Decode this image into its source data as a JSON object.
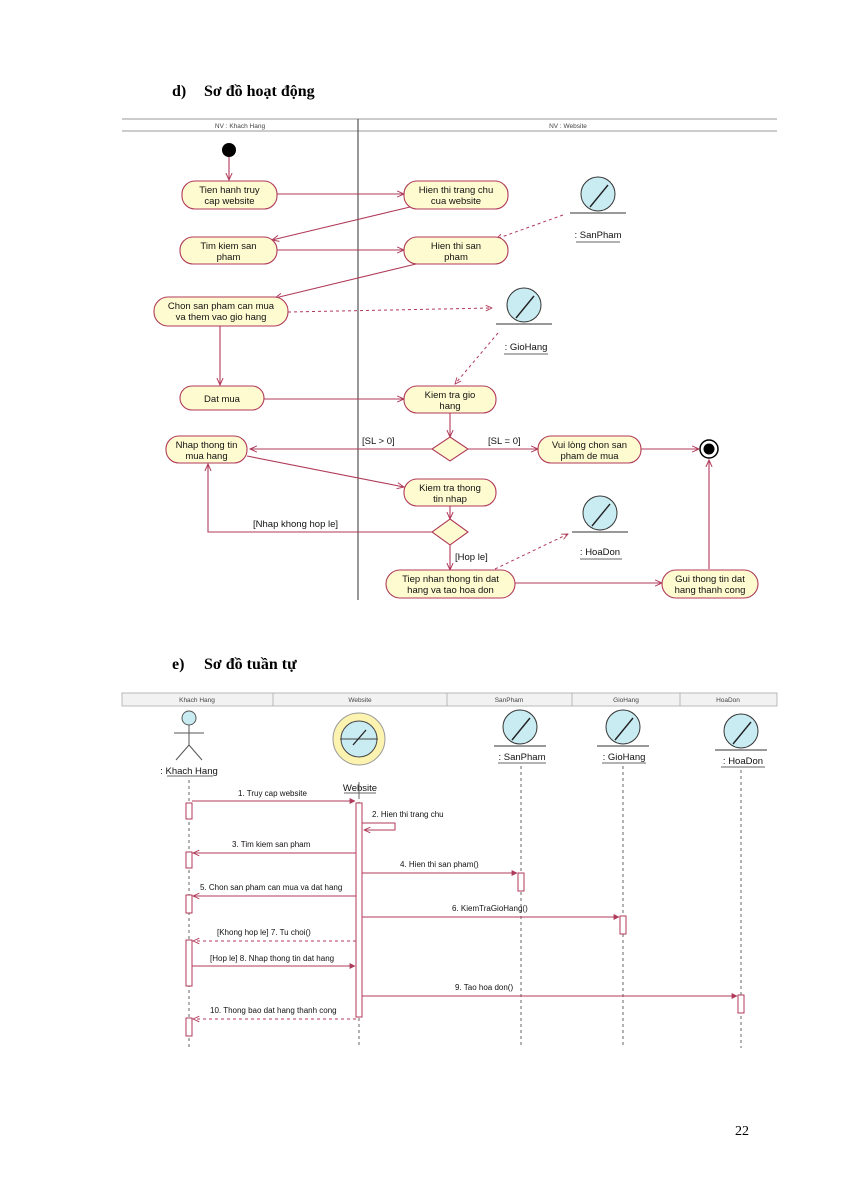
{
  "sections": {
    "activity": {
      "num": "d)",
      "title": "Sơ đồ hoạt động"
    },
    "sequence": {
      "num": "e)",
      "title": "Sơ đồ tuần tự"
    }
  },
  "activity": {
    "swimlanes": [
      "NV : Khach Hang",
      "NV : Website"
    ],
    "nodes": {
      "truy_cap": [
        "Tien hanh truy",
        "cap website"
      ],
      "trang_chu": [
        "Hien thi trang chu",
        "cua website"
      ],
      "tim_kiem": [
        "Tim kiem san",
        "pham"
      ],
      "hien_sp": [
        "Hien thi san",
        "pham"
      ],
      "chon_sp": [
        "Chon san pham can mua",
        "va them vao gio hang"
      ],
      "dat_mua": [
        "Dat mua"
      ],
      "kiem_tra_gio": [
        "Kiem tra gio",
        "hang"
      ],
      "nhap_tt": [
        "Nhap thong tin",
        "mua hang"
      ],
      "vui_long": [
        "Vui lòng chon san",
        "pham de mua"
      ],
      "kiem_tra_tt": [
        "Kiem tra thong",
        "tin nhap"
      ],
      "tiep_nhan": [
        "Tiep nhan thong tin dat",
        "hang va tao hoa don"
      ],
      "gui_tt": [
        "Gui thong tin dat",
        "hang thanh cong"
      ]
    },
    "objects": {
      "sanpham": ": SanPham",
      "giohang": ": GioHang",
      "hoadon": ": HoaDon"
    },
    "guards": {
      "sl_gt0": "[SL > 0]",
      "sl_eq0": "[SL = 0]",
      "khong_hop_le": "[Nhap khong hop le]",
      "hop_le": "[Hop le]"
    }
  },
  "sequence": {
    "headers": [
      "Khach Hang",
      "Website",
      "SanPham",
      "GioHang",
      "HoaDon"
    ],
    "lifelines": {
      "khach": ": Khach Hang",
      "website": "Website",
      "sanpham": ": SanPham",
      "giohang": ": GioHang",
      "hoadon": ": HoaDon"
    },
    "messages": [
      "1. Truy cap website",
      "2. Hien thi trang chu",
      "3. Tim kiem san pham",
      "4. Hien thi san pham()",
      "5. Chon san pham can mua va dat hang",
      "6. KiemTraGioHang()",
      "[Khong hop le] 7. Tu choi()",
      "[Hop le] 8. Nhap thong tin dat hang",
      "9. Tao hoa don()",
      "10. Thong bao dat hang thanh cong"
    ]
  },
  "page_number": "22",
  "colors": {
    "node_fill": "#fffbd0",
    "node_stroke": "#b03a5a",
    "arrow": "#b03a5a",
    "object_fill": "#c9ecf3",
    "lane_line": "#555555"
  }
}
